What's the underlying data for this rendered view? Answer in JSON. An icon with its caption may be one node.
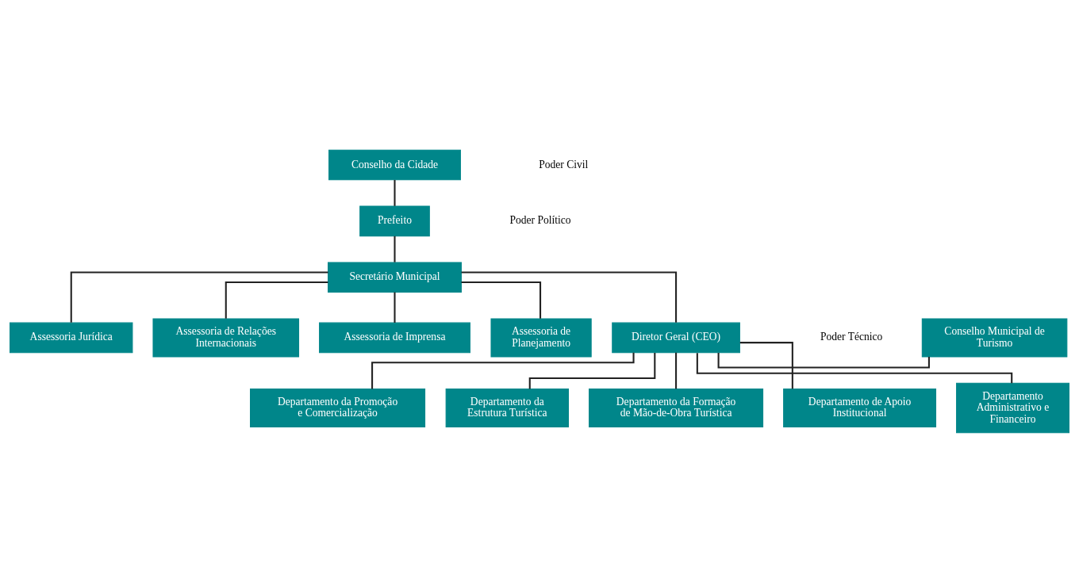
{
  "diagram": {
    "nodes": [
      {
        "text": [
          "Conselho da Cidade"
        ]
      },
      {
        "text": [
          "Prefeito"
        ]
      },
      {
        "text": [
          "Secretário Municipal"
        ]
      },
      {
        "text": [
          "Assessoria Jurídica"
        ]
      },
      {
        "text": [
          "Assessoria de Relações Internacionais"
        ]
      },
      {
        "text": [
          "Assessoria de Imprensa"
        ]
      },
      {
        "text": [
          "Assessoria de Planejamento"
        ]
      },
      {
        "text": [
          "Conselho Municipal de Turismo"
        ]
      },
      {
        "text": [
          "Diretor Geral (CEO)"
        ]
      },
      {
        "text": [
          "Departamento da Promoção e Comercialização"
        ]
      },
      {
        "text": [
          "Departamento da Estrutura Turística"
        ]
      },
      {
        "text": [
          "Departamento da Formação de Mão-de-Obra Turística"
        ]
      },
      {
        "text": [
          "Departamento de Apoio Institucional"
        ]
      },
      {
        "text": [
          "Departamento Administrativo e Financeiro"
        ]
      }
    ],
    "edges": [
      {
        "from": 0,
        "to": 1,
        "arrow": "none"
      },
      {
        "from": 1,
        "to": 2,
        "arrow": "none"
      },
      {
        "from": 2,
        "to": 3,
        "arrow": "none"
      },
      {
        "from": 2,
        "to": 4,
        "arrow": "none"
      },
      {
        "from": 2,
        "to": 5,
        "arrow": "none"
      },
      {
        "from": 2,
        "to": 6,
        "arrow": "none"
      },
      {
        "from": 2,
        "to": 8,
        "arrow": "none"
      },
      {
        "from": 8,
        "to": 7,
        "arrow": "none"
      },
      {
        "from": 8,
        "to": 9,
        "arrow": "none"
      },
      {
        "from": 8,
        "to": 10,
        "arrow": "none"
      },
      {
        "from": 8,
        "to": 11,
        "arrow": "none"
      },
      {
        "from": 8,
        "to": 12,
        "arrow": "none"
      },
      {
        "from": 8,
        "to": 13,
        "arrow": "none"
      }
    ],
    "labels": [
      "Poder Civil",
      "Poder Político",
      "Poder Técnico"
    ]
  }
}
